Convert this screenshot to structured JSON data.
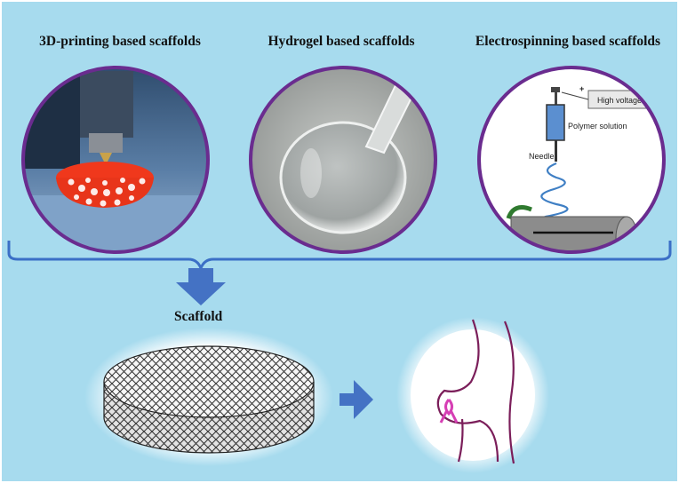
{
  "methods": [
    {
      "heading": "3D-printing based scaffolds"
    },
    {
      "heading": "Hydrogel based scaffolds"
    },
    {
      "heading": "Electrospinning based scaffolds"
    }
  ],
  "electrospinning_labels": {
    "plus": "+",
    "voltage": "High voltage",
    "solution": "Polymer solution",
    "needle": "Needle"
  },
  "result": {
    "scaffold_label": "Scaffold"
  },
  "colors": {
    "background": "#a7dbee",
    "circle_border": "#6a2c8f",
    "bracket": "#3b6fc6",
    "arrow": "#4472c4",
    "body_outline": "#7b1e5a",
    "ribbon": "#d63fb4"
  }
}
